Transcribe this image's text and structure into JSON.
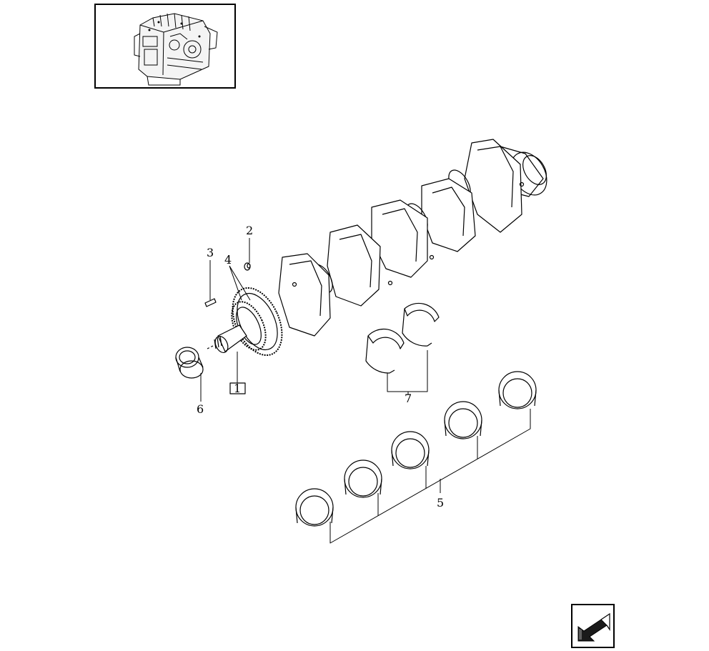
{
  "callouts": {
    "c1": "1",
    "c2": "2",
    "c3": "3",
    "c4": "4",
    "c5": "5",
    "c6": "6",
    "c7": "7"
  },
  "thumbnail": {
    "icon": "engine-thumbnail-icon"
  },
  "navigation": {
    "icon": "back-arrow-icon"
  },
  "colors": {
    "line": "#000000",
    "background": "#ffffff"
  }
}
